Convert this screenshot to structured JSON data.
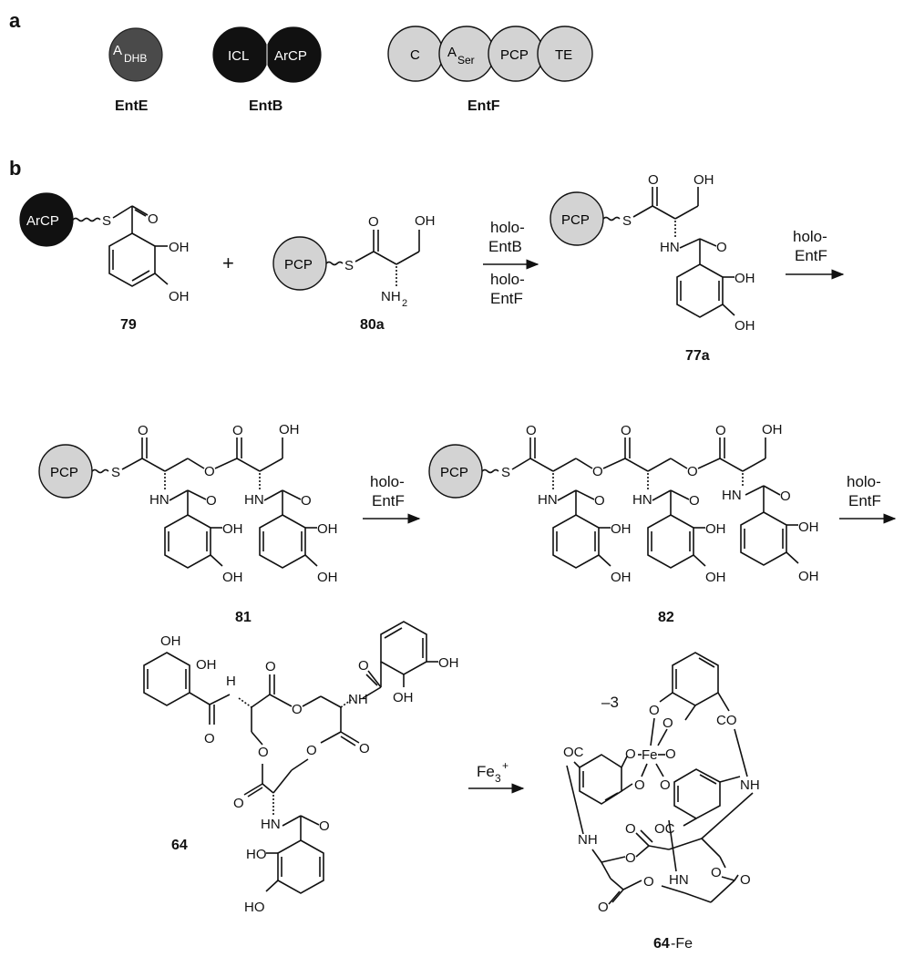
{
  "panels": {
    "a": "a",
    "b": "b"
  },
  "domains": {
    "entE": {
      "a_main": "A",
      "a_sub": "DHB",
      "name": "EntE"
    },
    "entB": {
      "icl": "ICL",
      "arcp": "ArCP",
      "name": "EntB"
    },
    "entF": {
      "c": "C",
      "a_main": "A",
      "a_sub": "Ser",
      "pcp": "PCP",
      "te": "TE",
      "name": "EntF"
    }
  },
  "carriers": {
    "arcp": "ArCP",
    "pcp": "PCP"
  },
  "atoms": {
    "S": "S",
    "O": "O",
    "OH": "OH",
    "HO": "HO",
    "HN": "HN",
    "NH": "NH",
    "N_H": "H",
    "NH2_main": "NH",
    "NH2_sub": "2",
    "OC": "OC",
    "CO": "CO",
    "Fe": "Fe"
  },
  "plus": "+",
  "charge": "–3",
  "arrows": {
    "step1_top_a": "holo-",
    "step1_top_b": "EntB",
    "step1_bot_a": "holo-",
    "step1_bot_b": "EntF",
    "step2_a": "holo-",
    "step2_b": "EntF",
    "step3_a": "holo-",
    "step3_b": "EntF",
    "step4_a": "holo-",
    "step4_b": "EntF",
    "fe_main": "Fe",
    "fe_sub": "3",
    "fe_sup": "+"
  },
  "compounds": {
    "c79": "79",
    "c80a": "80a",
    "c77a": "77a",
    "c81": "81",
    "c82": "82",
    "c64": "64",
    "c64fe_num": "64",
    "c64fe_suffix": "-Fe"
  }
}
